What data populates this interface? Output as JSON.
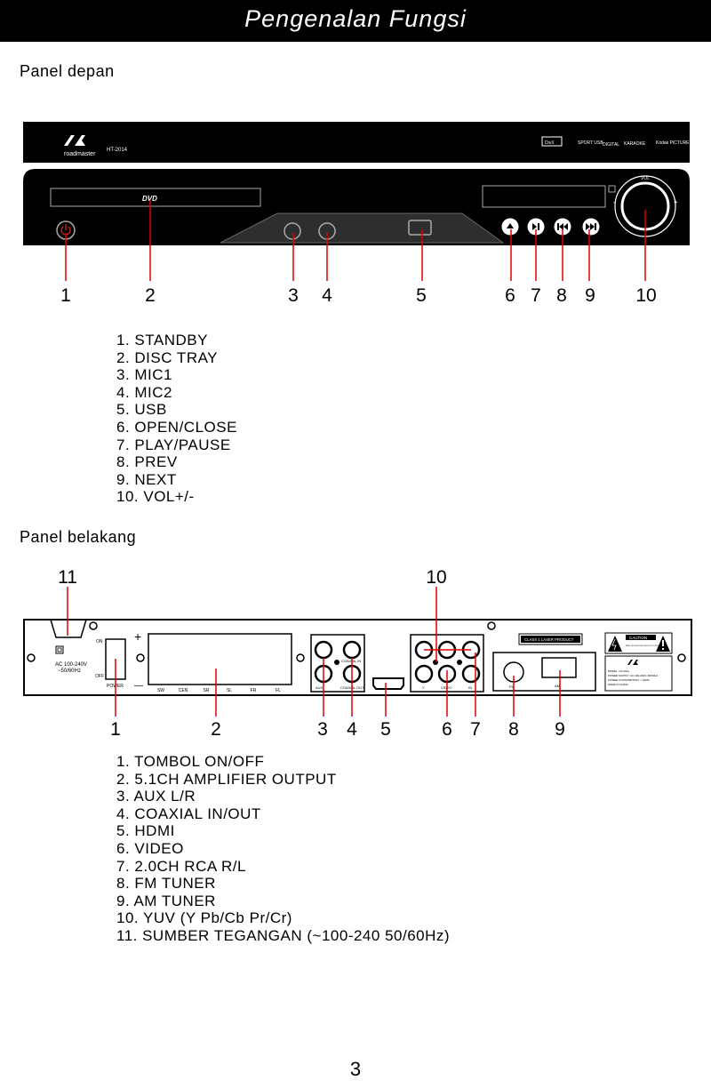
{
  "header": {
    "title": "Pengenalan Fungsi"
  },
  "front": {
    "heading": "Panel depan",
    "brand": "roadmaster",
    "model": "HT-2014",
    "tray_label": "DVD",
    "vol_label": "VOL",
    "logos": [
      "DivX",
      "SPORT USB",
      "DIGITAL",
      "KARAOKE",
      "Kodak PICTURE CD"
    ],
    "numbers": [
      "1",
      "2",
      "3",
      "4",
      "5",
      "6",
      "7",
      "8",
      "9",
      "10"
    ],
    "items": [
      "1. STANDBY",
      "2. DISC TRAY",
      "3. MIC1",
      "4. MIC2",
      "5. USB",
      "6. OPEN/CLOSE",
      "7. PLAY/PAUSE",
      "8. PREV",
      "9. NEXT",
      "10. VOL+/-"
    ]
  },
  "rear": {
    "heading": "Panel belakang",
    "ac_label_1": "AC 100-240V",
    "ac_label_2": "~50/60Hz",
    "switch_on": "ON",
    "switch_off": "OFF",
    "switch_label": "POWER",
    "plus": "+",
    "minus": "—",
    "speaker_labels": [
      "SW",
      "CEN",
      "SR",
      "SL",
      "FR",
      "FL"
    ],
    "aux_label": "AUX",
    "coax_in": "COAXIAL IN",
    "coax_out": "COAXIAL OUT",
    "video_label": "VIDEO",
    "yuv_y": "Y",
    "yuv_in": "IN",
    "laser_label": "CLASS 1 LASER PRODUCT",
    "caution": "CAUTION",
    "caution_sub": "RISK OF ELECTRIC SHOCK DO NOT OPEN",
    "spec_lines": [
      "MODEL: HT-2014",
      "POWER SUPPLY: AC 100-240V~50/60Hz",
      "POWER CONSUMPTION: < 300W",
      "MADE IN CHINA"
    ],
    "fm_label": "FM",
    "am_label": "AM",
    "numbers_top": [
      "11",
      "10"
    ],
    "numbers": [
      "1",
      "2",
      "3",
      "4",
      "5",
      "6",
      "7",
      "8",
      "9"
    ],
    "items": [
      "1. TOMBOL ON/OFF",
      "2. 5.1CH AMPLIFIER OUTPUT",
      "3. AUX L/R",
      "4. COAXIAL IN/OUT",
      "5. HDMI",
      "6. VIDEO",
      "7. 2.0CH RCA R/L",
      "8. FM TUNER",
      "9. AM TUNER",
      "10. YUV (Y Pb/Cb Pr/Cr)",
      "11.  SUMBER TEGANGAN (~100-240 50/60Hz)"
    ]
  },
  "page": {
    "number": "3"
  }
}
